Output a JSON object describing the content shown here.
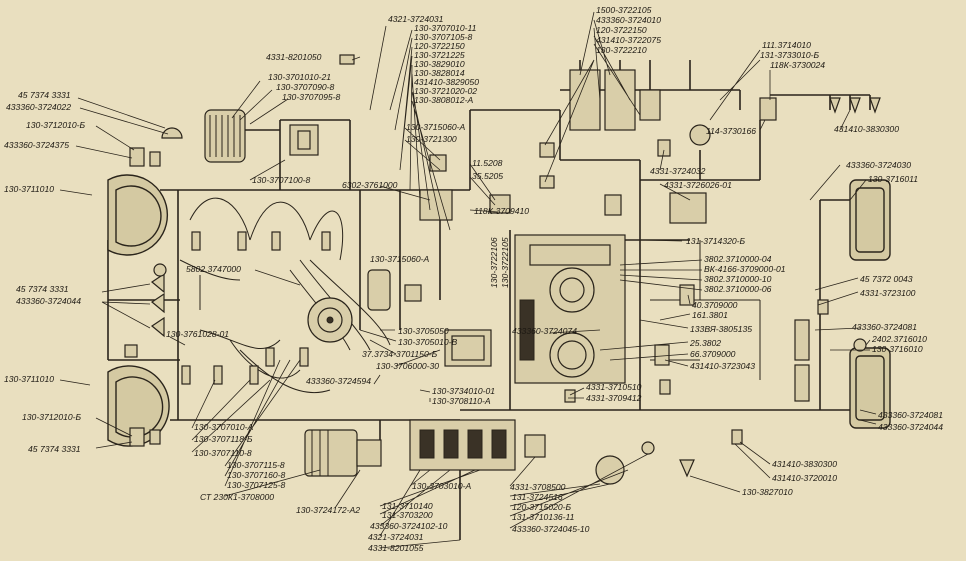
{
  "labels": [
    {
      "id": "l1",
      "text": "4331-8201050"
    },
    {
      "id": "l2",
      "text": "4321-3724031"
    },
    {
      "id": "l3",
      "text": "130-3707010-11"
    },
    {
      "id": "l4",
      "text": "130-3707105-8"
    },
    {
      "id": "l5",
      "text": "120-3722150"
    },
    {
      "id": "l6",
      "text": "130-3721225"
    },
    {
      "id": "l7",
      "text": "130-3829010"
    },
    {
      "id": "l8",
      "text": "130-3828014"
    },
    {
      "id": "l9",
      "text": "431410-3829050"
    },
    {
      "id": "l10",
      "text": "130-3721020-02"
    },
    {
      "id": "l11",
      "text": "130-3808012-A"
    },
    {
      "id": "l12",
      "text": "1500-3722105"
    },
    {
      "id": "l13",
      "text": "433360-3724010"
    },
    {
      "id": "l14",
      "text": "120-3722150"
    },
    {
      "id": "l15",
      "text": "431410-3722075"
    },
    {
      "id": "l16",
      "text": "130-3722210"
    },
    {
      "id": "l17",
      "text": "111.3714010"
    },
    {
      "id": "l18",
      "text": "131-3733010-Б"
    },
    {
      "id": "l19",
      "text": "118К-3730024"
    },
    {
      "id": "l20",
      "text": "114-3730166"
    },
    {
      "id": "l21",
      "text": "431410-3830300"
    },
    {
      "id": "l22",
      "text": "45 7374 3331"
    },
    {
      "id": "l23",
      "text": "433360-3724022"
    },
    {
      "id": "l24",
      "text": "130-3712010-Б"
    },
    {
      "id": "l25",
      "text": "433360-3724375"
    },
    {
      "id": "l26",
      "text": "130-3711010"
    },
    {
      "id": "l27",
      "text": "130-3701010-21"
    },
    {
      "id": "l28",
      "text": "130-3707090-8"
    },
    {
      "id": "l29",
      "text": "130-3707095-8"
    },
    {
      "id": "l30",
      "text": "130-3707100-8"
    },
    {
      "id": "l31",
      "text": "130-3715060-A"
    },
    {
      "id": "l32",
      "text": "130-3721300"
    },
    {
      "id": "l33",
      "text": "6302-3761000"
    },
    {
      "id": "l34",
      "text": "11.5208"
    },
    {
      "id": "l35",
      "text": "35.5205"
    },
    {
      "id": "l36",
      "text": "118К-3709410"
    },
    {
      "id": "l37",
      "text": "4331-3724032"
    },
    {
      "id": "l38",
      "text": "4331-3726026-01"
    },
    {
      "id": "l39",
      "text": "433360-3724030"
    },
    {
      "id": "l40",
      "text": "130-3716011"
    },
    {
      "id": "l41",
      "text": "5802.3747000"
    },
    {
      "id": "l42",
      "text": "130-3715060-A"
    },
    {
      "id": "l43",
      "text": "130-3722106"
    },
    {
      "id": "l44",
      "text": "130-3722105"
    },
    {
      "id": "l45",
      "text": "131-3714320-Б"
    },
    {
      "id": "l46",
      "text": "3802.3710000-04"
    },
    {
      "id": "l47",
      "text": "ВК-4166-3709000-01"
    },
    {
      "id": "l48",
      "text": "3802.3710000-10"
    },
    {
      "id": "l49",
      "text": "3802.3710000-06"
    },
    {
      "id": "l50",
      "text": "45 7374 3331"
    },
    {
      "id": "l51",
      "text": "433360-3724044"
    },
    {
      "id": "l52",
      "text": "45 7372 0043"
    },
    {
      "id": "l53",
      "text": "4331-3723100"
    },
    {
      "id": "l54",
      "text": "40.3709000"
    },
    {
      "id": "l55",
      "text": "161.3801"
    },
    {
      "id": "l56",
      "text": "133ВЯ-3805135"
    },
    {
      "id": "l57",
      "text": "130-3761028-01"
    },
    {
      "id": "l58",
      "text": "130-3705050"
    },
    {
      "id": "l59",
      "text": "130-3705010-В"
    },
    {
      "id": "l60",
      "text": "37.3734-3701150-Б"
    },
    {
      "id": "l61",
      "text": "130-3706000-30"
    },
    {
      "id": "l62",
      "text": "433360-3724074"
    },
    {
      "id": "l63",
      "text": "25.3802"
    },
    {
      "id": "l64",
      "text": "66.3709000"
    },
    {
      "id": "l65",
      "text": "431410-3723043"
    },
    {
      "id": "l66",
      "text": "433360-3724081"
    },
    {
      "id": "l67",
      "text": "2402.3716010"
    },
    {
      "id": "l68",
      "text": "130-3716010"
    },
    {
      "id": "l69",
      "text": "130-3711010"
    },
    {
      "id": "l70",
      "text": "433360-3724594"
    },
    {
      "id": "l71",
      "text": "130-3734010-01"
    },
    {
      "id": "l72",
      "text": "130-3708110-А"
    },
    {
      "id": "l73",
      "text": "4331-3710510"
    },
    {
      "id": "l74",
      "text": "4331-3709412"
    },
    {
      "id": "l75",
      "text": "130-3712010-Б"
    },
    {
      "id": "l76",
      "text": "45 7374 3331"
    },
    {
      "id": "l77",
      "text": "130-3707010-А"
    },
    {
      "id": "l78",
      "text": "130-3707118-Б"
    },
    {
      "id": "l79",
      "text": "130-3707110-8"
    },
    {
      "id": "l80",
      "text": "130-3707115-8"
    },
    {
      "id": "l81",
      "text": "130-3707160-8"
    },
    {
      "id": "l82",
      "text": "130-3707125-8"
    },
    {
      "id": "l83",
      "text": "СТ 230К1-3708000"
    },
    {
      "id": "l84",
      "text": "130-3703010-A"
    },
    {
      "id": "l85",
      "text": "130-3724172-А2"
    },
    {
      "id": "l86",
      "text": "131-3710140"
    },
    {
      "id": "l87",
      "text": "131-3703200"
    },
    {
      "id": "l88",
      "text": "433360-3724102-10"
    },
    {
      "id": "l89",
      "text": "4321-3724031"
    },
    {
      "id": "l90",
      "text": "4331-8201055"
    },
    {
      "id": "l91",
      "text": "4331-3708500"
    },
    {
      "id": "l92",
      "text": "131-3724516"
    },
    {
      "id": "l93",
      "text": "120-3715020-Б"
    },
    {
      "id": "l94",
      "text": "131-3710136-11"
    },
    {
      "id": "l95",
      "text": "433360-3724045-10"
    },
    {
      "id": "l96",
      "text": "431410-3830300"
    },
    {
      "id": "l97",
      "text": "431410-3720010"
    },
    {
      "id": "l98",
      "text": "130-3827010"
    },
    {
      "id": "l99",
      "text": "433360-3724081"
    },
    {
      "id": "l100",
      "text": "433360-3724044"
    }
  ]
}
